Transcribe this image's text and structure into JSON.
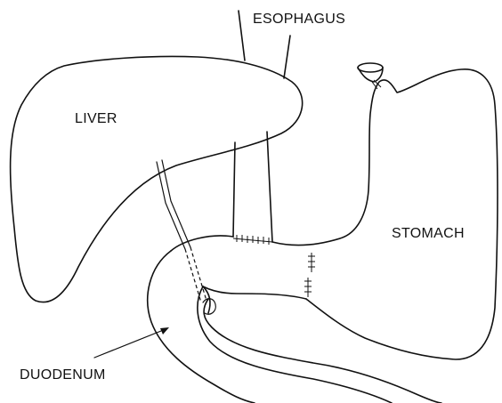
{
  "labels": {
    "esophagus": "ESOPHAGUS",
    "liver": "LIVER",
    "stomach": "STOMACH",
    "duodenum": "DUODENUM"
  },
  "colors": {
    "ink": "#111111",
    "background": "#ffffff"
  }
}
